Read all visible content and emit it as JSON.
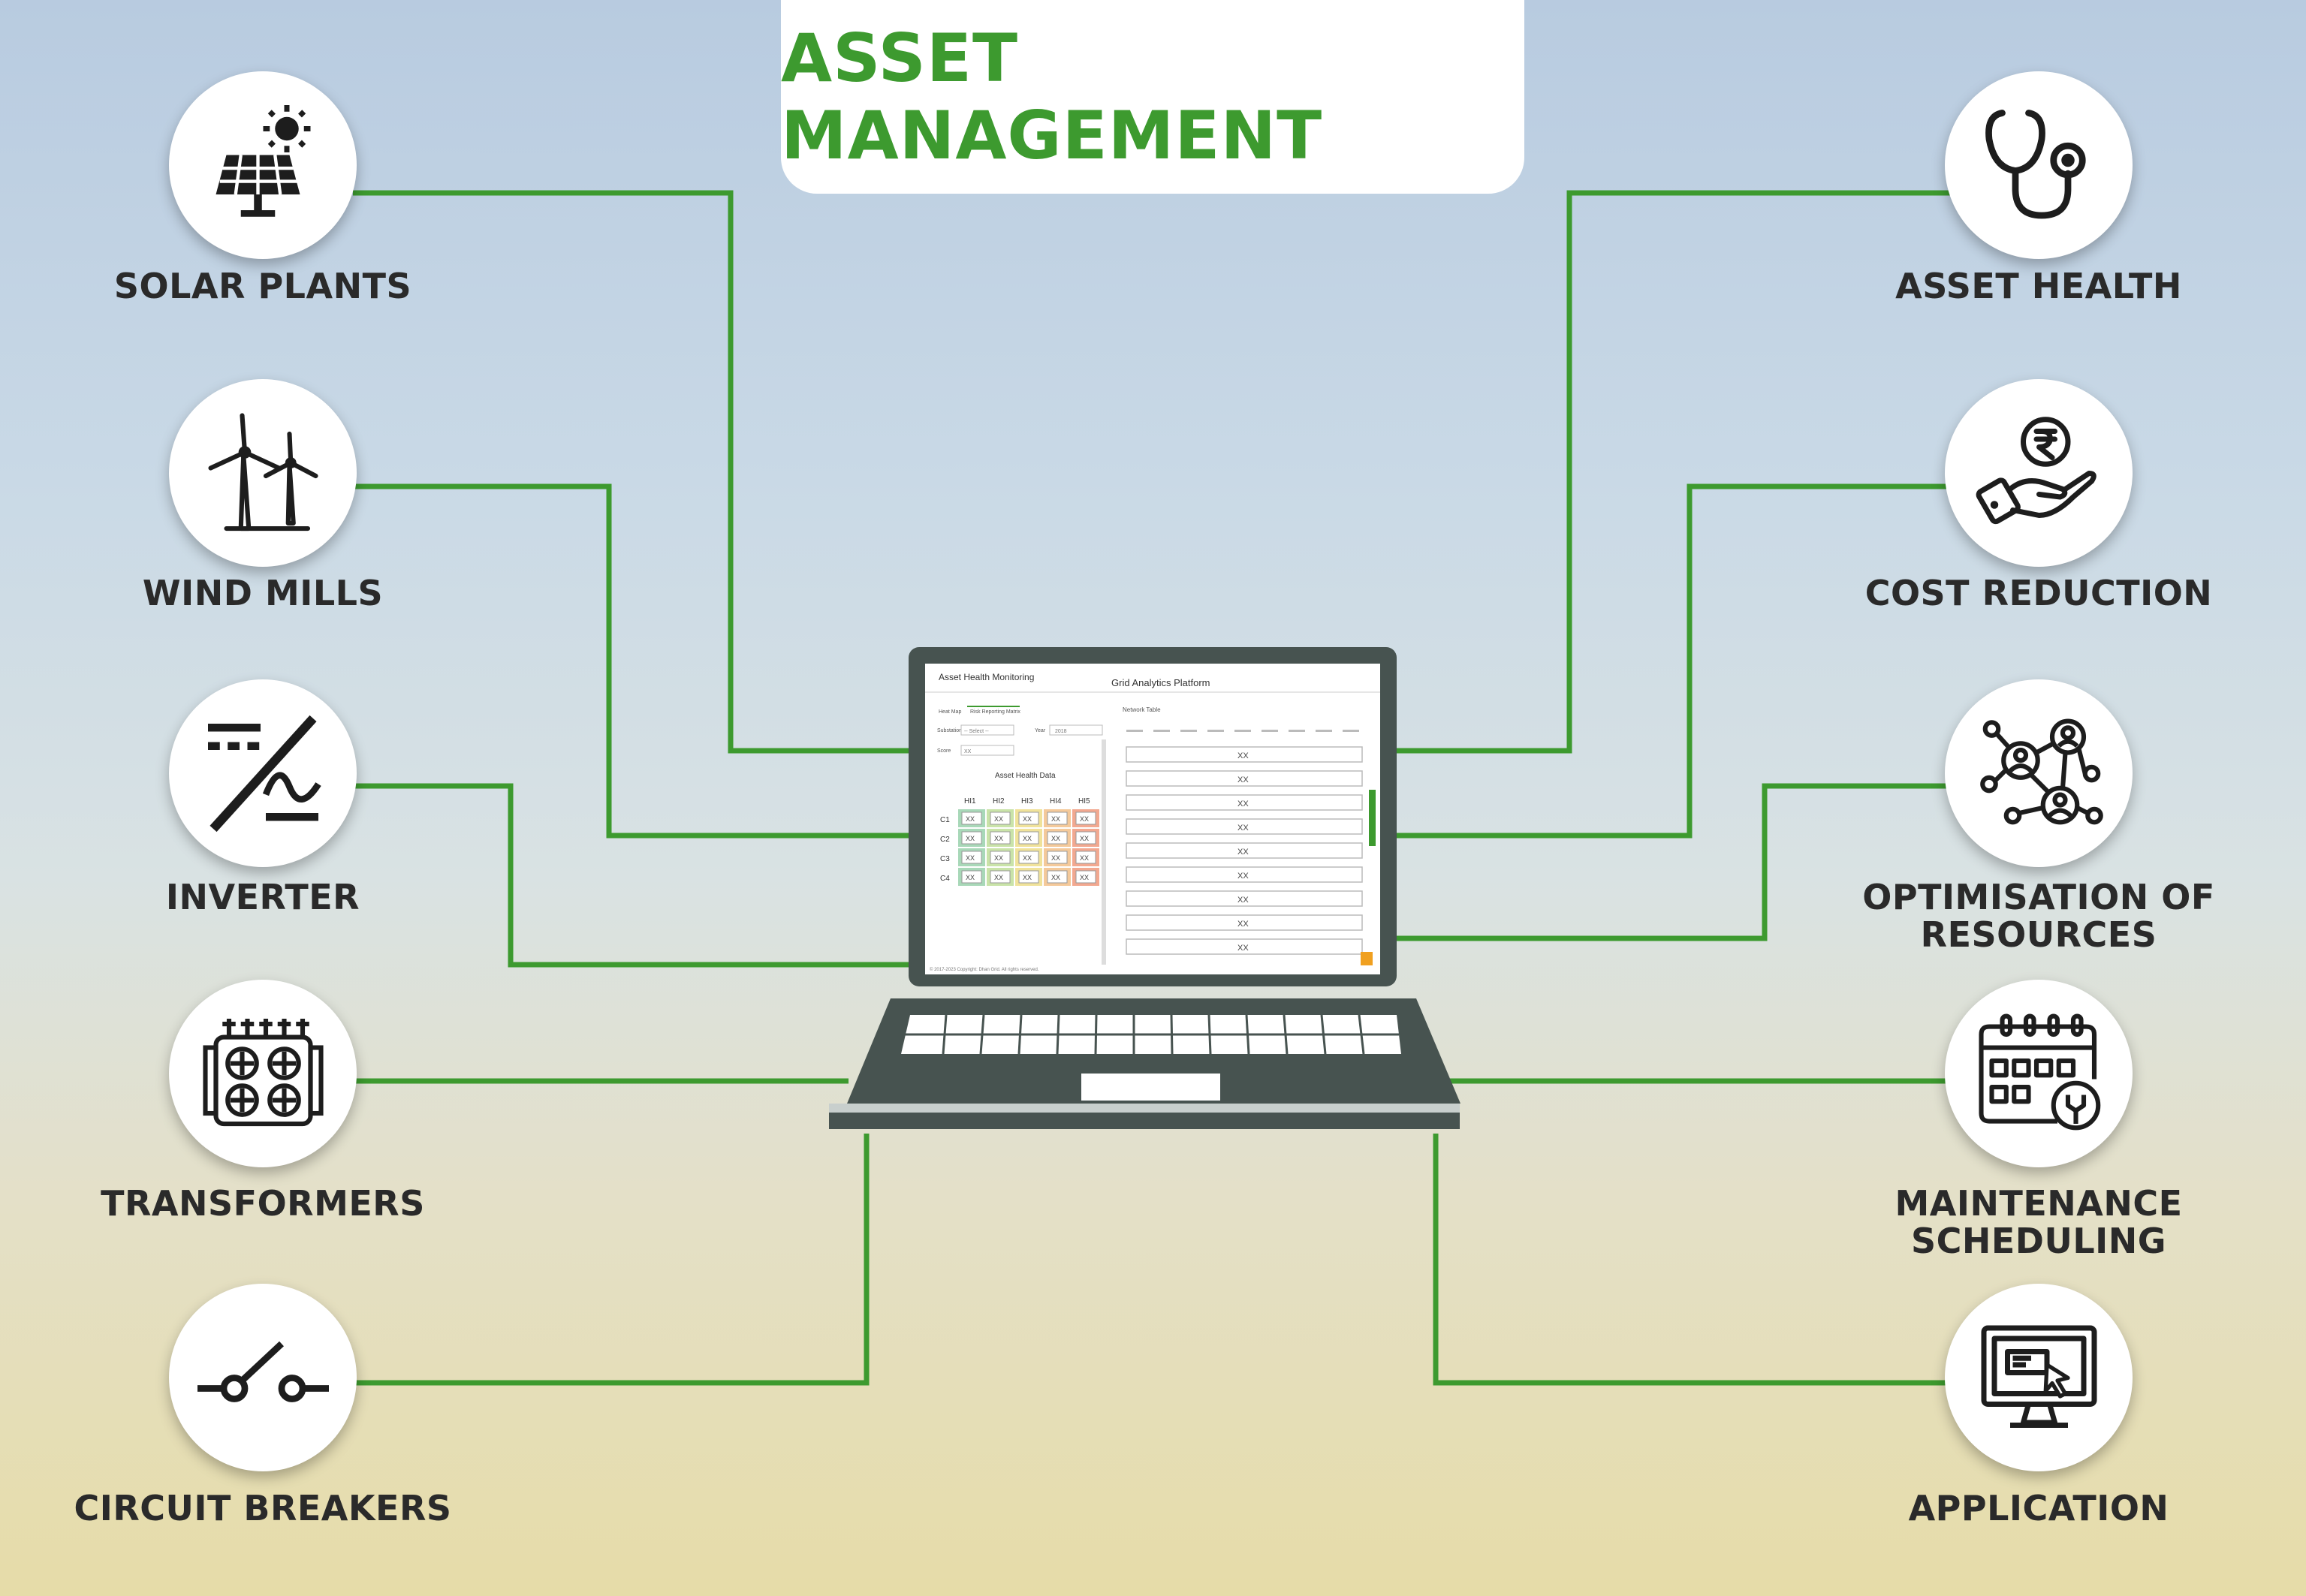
{
  "title": "ASSET MANAGEMENT",
  "colors": {
    "accent": "#3d9a2f",
    "laptop": "#475350",
    "icon": "#1d1d1d"
  },
  "left_items": [
    {
      "label": "SOLAR PLANTS",
      "icon": "solar-panel-icon"
    },
    {
      "label": "WIND MILLS",
      "icon": "wind-turbine-icon"
    },
    {
      "label": "INVERTER",
      "icon": "inverter-icon"
    },
    {
      "label": "TRANSFORMERS",
      "icon": "transformer-icon"
    },
    {
      "label": "CIRCUIT BREAKERS",
      "icon": "circuit-breaker-icon"
    }
  ],
  "right_items": [
    {
      "label": "ASSET HEALTH",
      "icon": "stethoscope-icon"
    },
    {
      "label": "COST REDUCTION",
      "icon": "rupee-hand-icon"
    },
    {
      "label_line1": "OPTIMISATION OF",
      "label_line2": "RESOURCES",
      "icon": "resource-network-icon"
    },
    {
      "label_line1": "MAINTENANCE",
      "label_line2": "SCHEDULING",
      "icon": "calendar-wrench-icon"
    },
    {
      "label": "APPLICATION",
      "icon": "monitor-click-icon"
    }
  ],
  "screen": {
    "left_title": "Asset Health Monitoring",
    "app_title": "Grid Analytics Platform",
    "table_heading": "Asset Health Data",
    "network_title": "Network Table",
    "tab1": "Heat Map",
    "tab2": "Risk Reporting Matrix",
    "field1": "Substation",
    "field1_value": "-- Select --",
    "field2": "Year",
    "field2_value": "2018",
    "field3": "Score",
    "field3_value": "XX",
    "columns": [
      "HI1",
      "HI2",
      "HI3",
      "HI4",
      "HI5"
    ],
    "rows": [
      "C1",
      "C2",
      "C3",
      "C4"
    ],
    "cell": "XX",
    "copyright": "© 2017-2023 Copyright: Dhan Grid. All rights reserved."
  }
}
